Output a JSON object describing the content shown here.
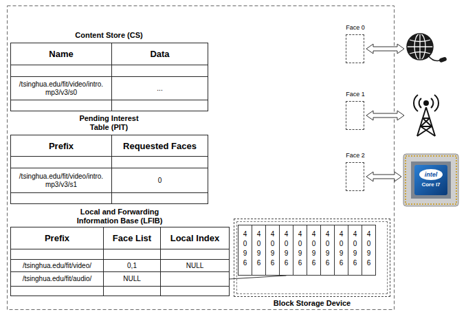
{
  "diagram": {
    "nodes": [
      {
        "text": [
          "Content Store (CS)"
        ]
      },
      {
        "text": [
          "Pending Interest Table (PIT)"
        ]
      },
      {
        "text": [
          "Local and Forwarding Information Base (LFIB)"
        ]
      },
      {
        "text": [
          "Face 0"
        ]
      },
      {
        "text": [
          "Face 1"
        ]
      },
      {
        "text": [
          "Face 2"
        ]
      },
      {
        "text": [
          "Block Storage Device"
        ]
      },
      {
        "text": [
          "4 0 9 6"
        ],
        "in": 6
      },
      {
        "text": [
          "4 0 9 6"
        ],
        "in": 6
      },
      {
        "text": [
          "4 0 9 6"
        ],
        "in": 6
      },
      {
        "text": [
          "4 0 9 6"
        ],
        "in": 6
      },
      {
        "text": [
          "4 0 9 6"
        ],
        "in": 6
      },
      {
        "text": [
          "4 0 9 6"
        ],
        "in": 6
      },
      {
        "text": [
          "4 0 9 6"
        ],
        "in": 6
      },
      {
        "text": [
          "4 0 9 6"
        ],
        "in": 6
      },
      {
        "text": [
          "4 0 9 6"
        ],
        "in": 6
      },
      {
        "text": [
          "4 0 9 6"
        ],
        "in": 6
      }
    ],
    "edges": [
      {
        "from": 2,
        "to": 10,
        "arrow": "none"
      }
    ],
    "labels": [
      "Name",
      "Data",
      "/tsinghua.edu/fit/video/intro. mp3/v3/s0",
      "...",
      "Prefix",
      "Requested Faces",
      "/tsinghua.edu/fit/video/intro. mp3/v3/s1",
      "0",
      "Prefix",
      "Face List",
      "Local Index",
      "/tsinghua.edu/fit/video/",
      "0,1",
      "NULL",
      "/tsinghua.edu/fit/audio/",
      "NULL",
      "intel",
      "Core i7"
    ]
  }
}
